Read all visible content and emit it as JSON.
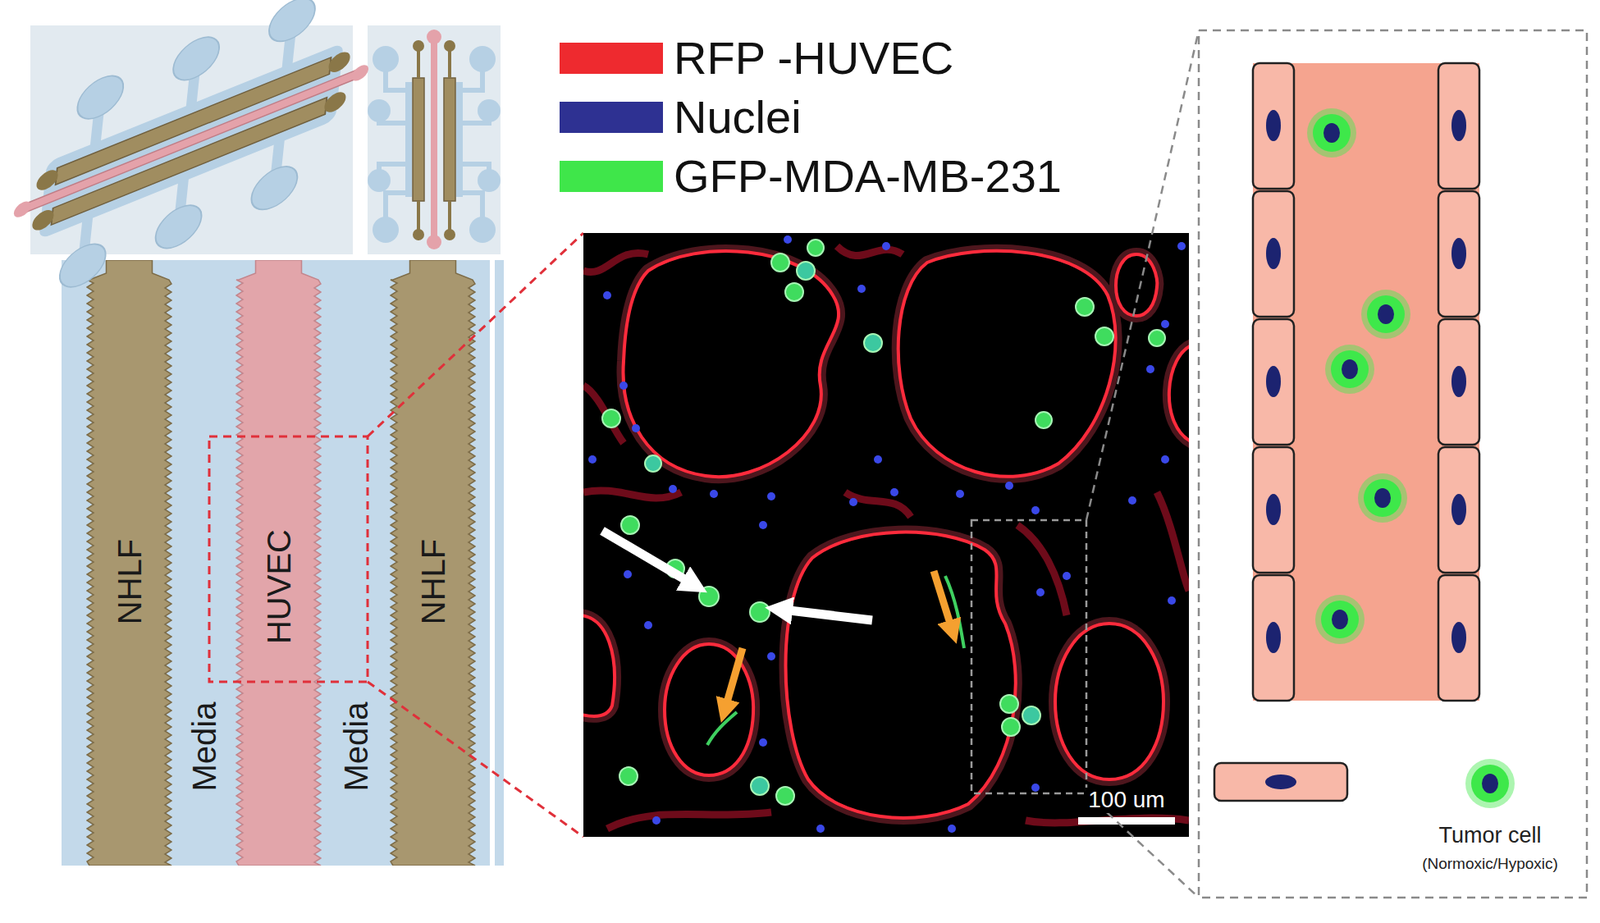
{
  "diagram": {
    "nodes": [
      {
        "text": [
          "NHLF"
        ]
      },
      {
        "text": [
          "Media"
        ]
      },
      {
        "text": [
          "HUVEC"
        ]
      },
      {
        "text": [
          "Media"
        ]
      },
      {
        "text": [
          "NHLF"
        ]
      }
    ],
    "labels": [
      "100 um",
      "Tumor cell",
      "(Normoxic/Hypoxic)"
    ],
    "legend": [
      {
        "text": "RFP -HUVEC",
        "color": "#ee2a2f"
      },
      {
        "text": "Nuclei",
        "color": "#2e3192"
      },
      {
        "text": "GFP-MDA-MB-231",
        "color": "#3fe64a"
      }
    ]
  }
}
